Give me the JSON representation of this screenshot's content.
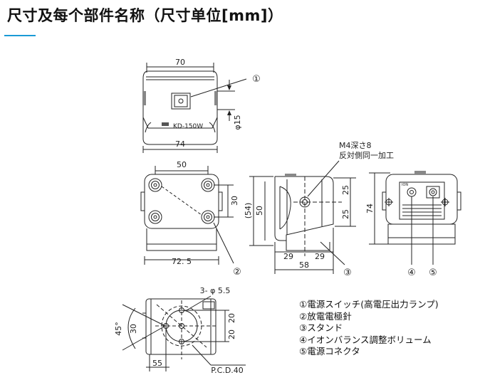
{
  "title": "尺寸及每个部件名称（尺寸单位[mm]）",
  "top_view": {
    "width_top": "70",
    "width_bottom": "74",
    "diameter": "φ15",
    "label": "KD-150W",
    "callout": "①"
  },
  "front_view": {
    "width_top": "50",
    "height_right": "30",
    "width_bottom": "72. 5",
    "callout": "②"
  },
  "side_view": {
    "height_paren": "(54)",
    "height": "50",
    "upper": "25",
    "lower": "25",
    "half_left": "29",
    "half_right": "29",
    "total": "58",
    "note_line1": "M4深さ8",
    "note_line2": "反対側同一加工",
    "callout": "③"
  },
  "rear_view": {
    "height": "74",
    "callout_4": "④",
    "callout_5": "⑤"
  },
  "bottom_view": {
    "holes": "3- φ 5.5",
    "angle": "45°",
    "dim_30": "30",
    "dim_20a": "20",
    "dim_20b": "20",
    "dim_55": "55",
    "pcd": "P.C.D.40"
  },
  "legend": [
    "①電源スイッチ(高電圧出力ランプ)",
    "②放電電極針",
    "③スタンド",
    "④イオンバランス調整ボリューム",
    "⑤電源コネクタ"
  ]
}
